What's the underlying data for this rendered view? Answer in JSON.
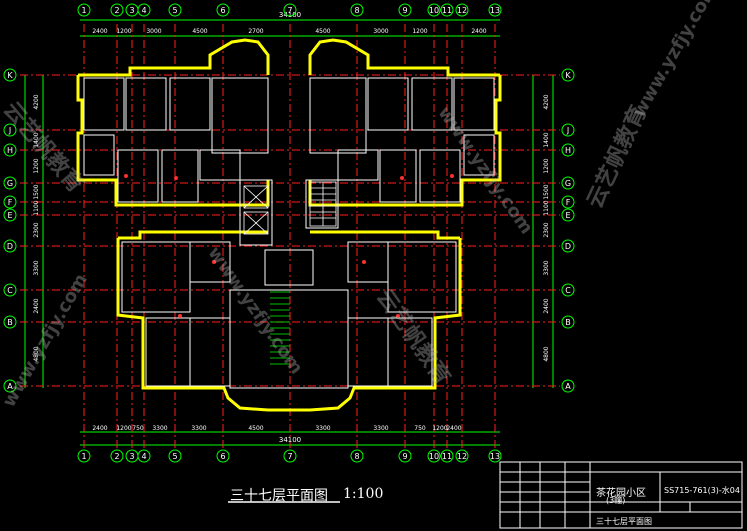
{
  "drawing": {
    "title": "三十七层平面图",
    "scale": "1:100",
    "overall_width_dim": "34100",
    "top_dims": [
      "2400",
      "1200",
      "3000",
      "4500",
      "2700",
      "4500",
      "3000",
      "1200",
      "2400"
    ],
    "bottom_dims": [
      "2400",
      "1200",
      "750",
      "3300",
      "3300",
      "4500",
      "3300",
      "3300",
      "750",
      "1200",
      "2400"
    ],
    "side_dims": [
      "4200",
      "1400",
      "1200",
      "1500",
      "1100",
      "2300",
      "3300",
      "2400",
      "4800"
    ],
    "column_axes": [
      "1",
      "2",
      "3",
      "4",
      "5",
      "6",
      "7",
      "8",
      "9",
      "10",
      "11",
      "12",
      "13"
    ],
    "row_axes": [
      "K",
      "J",
      "H",
      "G",
      "F",
      "E",
      "D",
      "C",
      "B",
      "A"
    ],
    "colors": {
      "background": "#000000",
      "wall": "#ffff00",
      "axis": "#ff0000",
      "dim": "#00ff00",
      "room": "#ffffff",
      "text": "#ffffff"
    }
  },
  "title_block": {
    "project": "茶花园小区",
    "building": "(3幢)",
    "drawing_no": "SS715-761(3)-水04",
    "drawing_name": "三十七层平面图"
  },
  "watermarks": [
    "云艺帆教育",
    "www.yzfjy.com"
  ]
}
